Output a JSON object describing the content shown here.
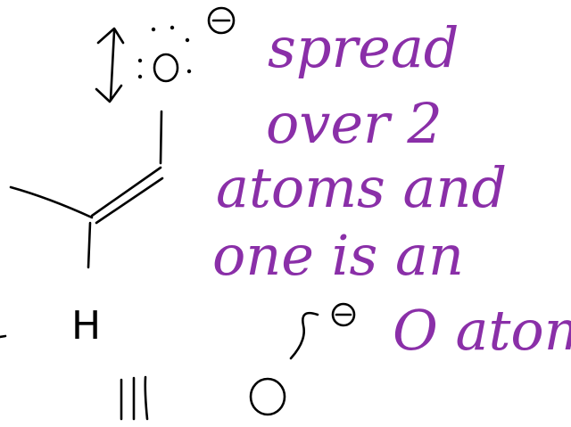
{
  "note": {
    "line1": "spread",
    "line2": "over 2",
    "line3": "atoms and",
    "line4": "one is an",
    "line5": "O atom"
  },
  "labels": {
    "hydrogen": "H",
    "oxygen_top": "O",
    "oxygen_bottom": "O",
    "triple_bars": "|||"
  },
  "colors": {
    "ink_black": "#000000",
    "ink_purple": "#8a2fa8",
    "background": "#ffffff"
  }
}
